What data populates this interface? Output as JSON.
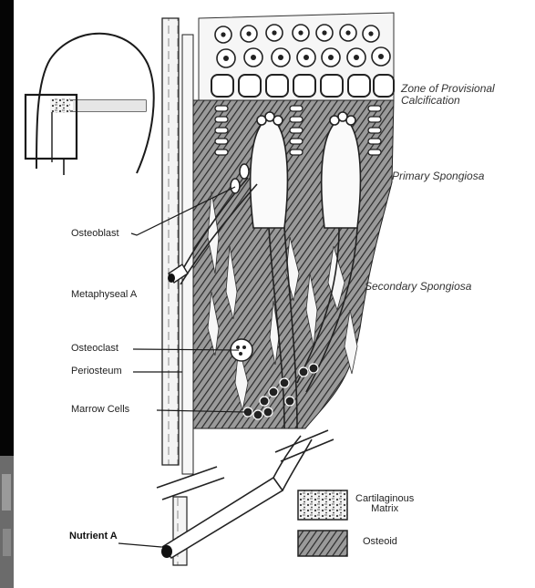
{
  "labels": {
    "zone_provisional_line1": "Zone of Provisional",
    "zone_provisional_line2": "Calcification",
    "primary_spongiosa": "Primary Spongiosa",
    "secondary_spongiosa": "Secondary Spongiosa",
    "osteoblast": "Osteoblast",
    "metaphyseal_a": "Metaphyseal A",
    "osteoclast": "Osteoclast",
    "periosteum": "Periosteum",
    "marrow_cells": "Marrow Cells",
    "nutrient_a": "Nutrient A"
  },
  "legend": {
    "cartilaginous_line1": "Cartilaginous",
    "cartilaginous_line2": "Matrix",
    "osteoid": "Osteoid"
  },
  "colors": {
    "ink": "#1a1a1a",
    "paper": "#ffffff",
    "dark_edge": "#000000"
  }
}
